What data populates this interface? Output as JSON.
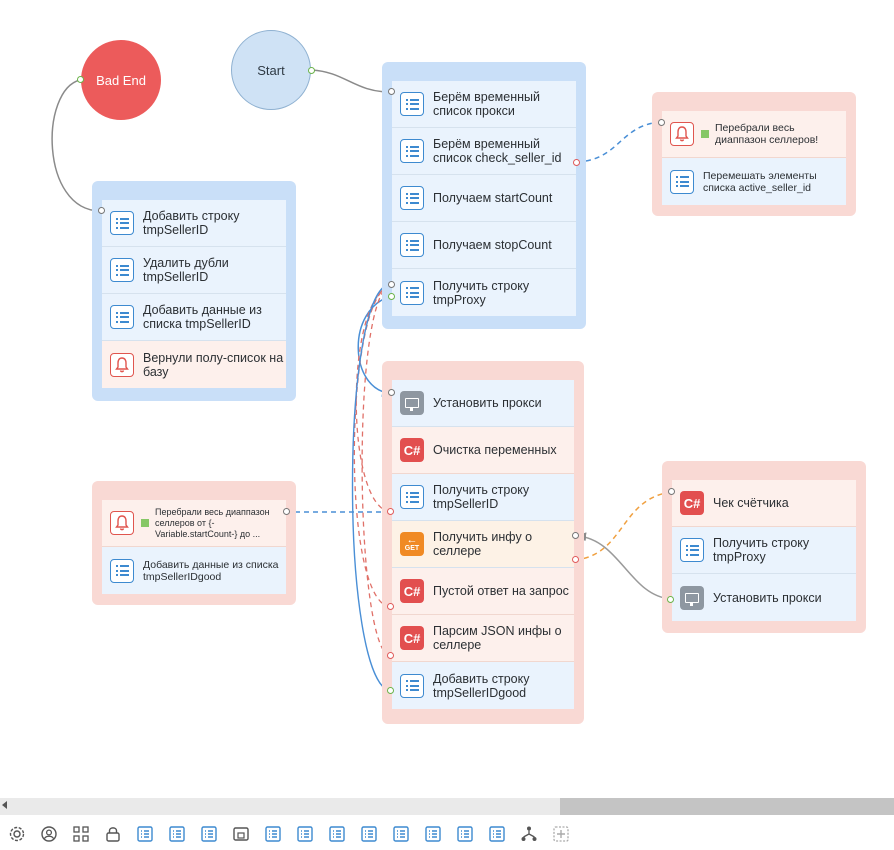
{
  "bad_end": {
    "label": "Bad End"
  },
  "start": {
    "label": "Start"
  },
  "groups": {
    "top": [
      "Берём временный список прокси",
      "Берём временный список check_seller_id",
      "Получаем startCount",
      "Получаем stopCount",
      "Получить строку tmpProxy"
    ],
    "left": [
      "Добавить строку tmpSellerID",
      "Удалить дубли tmpSellerID",
      "Добавить данные из списка tmpSellerID",
      "Вернули полу-список на базу"
    ],
    "notify_right": [
      "Перебрали весь диаппазон селлеров!",
      "Перемешать элементы списка active_seller_id"
    ],
    "main": [
      "Установить прокси",
      "Очистка переменных",
      "Получить строку tmpSellerID",
      "Получить инфу о селлере",
      "Пустой ответ на запрос",
      "Парсим JSON инфы о селлере",
      "Добавить строку tmpSellerIDgood"
    ],
    "notify_left": [
      "Перебрали весь диаппазон селлеров от {-Variable.startCount-} до ...",
      "Добавить данные из списка tmpSellerIDgood"
    ],
    "counter": [
      "Чек счётчика",
      "Получить строку tmpProxy",
      "Установить прокси"
    ]
  },
  "icons": {
    "get_label": "GET",
    "csharp_label": "C#"
  },
  "colors": {
    "blue_group": "#c9dff8",
    "red_group": "#f9d9d4",
    "link_gray": "#9a9a9a",
    "link_blue": "#4a8fd6",
    "link_red": "#e07068",
    "link_orange": "#f0a040"
  },
  "toolbar": [
    "settings-icon",
    "user-circle-icon",
    "grid-icon",
    "lock-icon",
    "list-icon",
    "list-icon",
    "list-icon",
    "storage-icon",
    "list-icon",
    "list-icon",
    "list-icon",
    "list-icon",
    "list-icon",
    "list-icon",
    "list-icon",
    "list-icon",
    "flow-icon",
    "add-icon"
  ]
}
